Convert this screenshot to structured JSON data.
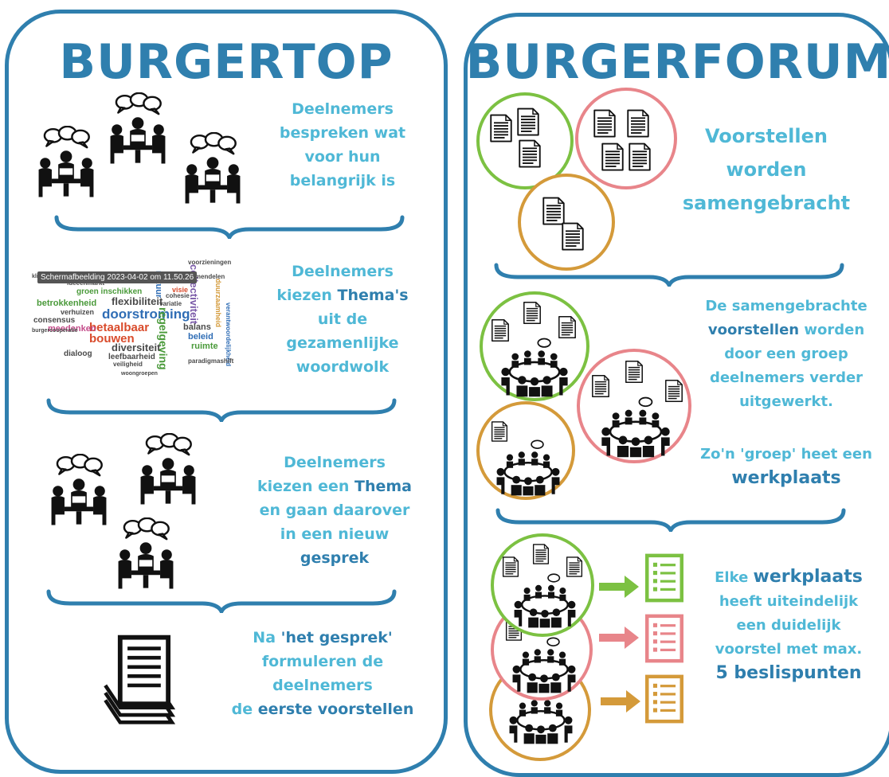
{
  "left": {
    "title": "BURGERTOP",
    "step1": [
      "Deelnemers",
      "bespreken wat",
      "voor hun",
      "belangrijk is"
    ],
    "step2": {
      "l1": "Deelnemers",
      "l2a": "kiezen ",
      "l2b": "Thema's",
      "l3": "uit de",
      "l4": "gezamenlijke",
      "l5": "woordwolk"
    },
    "step3": {
      "l1": "Deelnemers",
      "l2a": "kiezen een ",
      "l2b": "Thema",
      "l3": "en gaan daarover",
      "l4": "in een nieuw",
      "l5": "gesprek"
    },
    "step4": {
      "l1a": "Na ",
      "l1b": "'het gesprek'",
      "l2": "formuleren de",
      "l3": "deelnemers",
      "l4a": "de ",
      "l4b": "eerste voorstellen"
    },
    "tooltip": "Schermafbeelding 2023-04-02 om 11.50.26",
    "wordcloud": [
      {
        "w": "doorstroming",
        "c": "#2f6db5",
        "s": 17
      },
      {
        "w": "flexibiliteit",
        "c": "#4a4a4a",
        "s": 13
      },
      {
        "w": "betaalbaar",
        "c": "#d94b2b",
        "s": 15
      },
      {
        "w": "bouwen",
        "c": "#d94b2b",
        "s": 15
      },
      {
        "w": "diversiteit",
        "c": "#4a4a4a",
        "s": 13
      },
      {
        "w": "regelgeving",
        "c": "#4a9a3a",
        "s": 14
      },
      {
        "w": "collectiviteit",
        "c": "#7a5aa8",
        "s": 13
      },
      {
        "w": "betrokkenheid",
        "c": "#4a9a3a",
        "s": 11
      },
      {
        "w": "groen inschikken",
        "c": "#4a9a3a",
        "s": 10
      },
      {
        "w": "consensus",
        "c": "#4a4a4a",
        "s": 10
      },
      {
        "w": "verhuizen",
        "c": "#4a4a4a",
        "s": 9
      },
      {
        "w": "meedenken",
        "c": "#c44c8a",
        "s": 11
      },
      {
        "w": "balans",
        "c": "#4a4a4a",
        "s": 11
      },
      {
        "w": "beleid",
        "c": "#2f6db5",
        "s": 11
      },
      {
        "w": "ruimte",
        "c": "#4a9a3a",
        "s": 11
      },
      {
        "w": "dialoog",
        "c": "#4a4a4a",
        "s": 10
      },
      {
        "w": "leefbaarheid",
        "c": "#4a4a4a",
        "s": 10
      },
      {
        "w": "natuur",
        "c": "#2f6db5",
        "s": 11
      },
      {
        "w": "ideeenmarkt",
        "c": "#4a4a4a",
        "s": 8
      },
      {
        "w": "veiligheid",
        "c": "#4a4a4a",
        "s": 8
      },
      {
        "w": "duurzaamheid",
        "c": "#d49a3a",
        "s": 9
      },
      {
        "w": "verantwoordelijkheid",
        "c": "#2f6db5",
        "s": 8
      },
      {
        "w": "paradigmashift",
        "c": "#4a4a4a",
        "s": 8
      },
      {
        "w": "voorzieningen",
        "c": "#4a4a4a",
        "s": 8
      },
      {
        "w": "samendelen",
        "c": "#4a4a4a",
        "s": 8
      },
      {
        "w": "visie",
        "c": "#d94b2b",
        "s": 9
      },
      {
        "w": "cohesie",
        "c": "#4a4a4a",
        "s": 8
      },
      {
        "w": "variatie",
        "c": "#4a4a4a",
        "s": 8
      },
      {
        "w": "klimaatadaptie",
        "c": "#4a4a4a",
        "s": 7
      },
      {
        "w": "burgercooperatie",
        "c": "#4a4a4a",
        "s": 7
      },
      {
        "w": "woongroepen",
        "c": "#4a4a4a",
        "s": 7
      }
    ]
  },
  "right": {
    "title": "BURGERFORUM",
    "step1": [
      "Voorstellen",
      "worden",
      "samengebracht"
    ],
    "step2": {
      "l1": "De samengebrachte",
      "l2a": "voorstellen",
      "l2b": " worden",
      "l3": "door een groep",
      "l4": "deelnemers verder",
      "l5": "uitgewerkt.",
      "l6": "Zo'n 'groep' heet een",
      "l7": "werkplaats"
    },
    "step3": {
      "l1a": "Elke ",
      "l1b": "werkplaats",
      "l2": "heeft uiteindelijk",
      "l3": "een duidelijk",
      "l4": "voorstel met max.",
      "l5": "5 beslispunten"
    }
  },
  "colors": {
    "accent": "#2f7fae",
    "light": "#4fb8d6",
    "green": "#7cc142",
    "pink": "#e8858a",
    "gold": "#d49a3a"
  }
}
